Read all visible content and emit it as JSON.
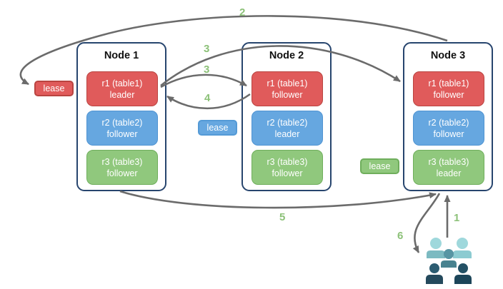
{
  "diagram": {
    "nodes": [
      {
        "title": "Node 1",
        "replicas": [
          {
            "range": "r1 (table1)",
            "role": "leader",
            "color": "red"
          },
          {
            "range": "r2 (table2)",
            "role": "follower",
            "color": "blue"
          },
          {
            "range": "r3 (table3)",
            "role": "follower",
            "color": "green"
          }
        ]
      },
      {
        "title": "Node 2",
        "replicas": [
          {
            "range": "r1 (table1)",
            "role": "follower",
            "color": "red"
          },
          {
            "range": "r2 (table2)",
            "role": "leader",
            "color": "blue"
          },
          {
            "range": "r3 (table3)",
            "role": "follower",
            "color": "green"
          }
        ]
      },
      {
        "title": "Node 3",
        "replicas": [
          {
            "range": "r1 (table1)",
            "role": "follower",
            "color": "red"
          },
          {
            "range": "r2 (table2)",
            "role": "follower",
            "color": "blue"
          },
          {
            "range": "r3 (table3)",
            "role": "leader",
            "color": "green"
          }
        ]
      }
    ],
    "leases": [
      {
        "label": "lease",
        "color": "red"
      },
      {
        "label": "lease",
        "color": "blue"
      },
      {
        "label": "lease",
        "color": "green"
      }
    ],
    "steps": {
      "s1": "1",
      "s2": "2",
      "s3a": "3",
      "s3b": "3",
      "s4": "4",
      "s5": "5",
      "s6": "6"
    },
    "icons": {
      "users": "users-icon"
    },
    "palette": {
      "red": "#e05b5b",
      "blue": "#66a7e0",
      "green": "#90c87d",
      "node_border": "#27456e",
      "arrow_gray": "#6b6b6b",
      "step_label_green": "#8cc178",
      "users_teal_light": "#9fd8dc",
      "users_teal": "#7cbac1",
      "users_slate": "#48828f",
      "users_navy": "#1c4559"
    }
  }
}
